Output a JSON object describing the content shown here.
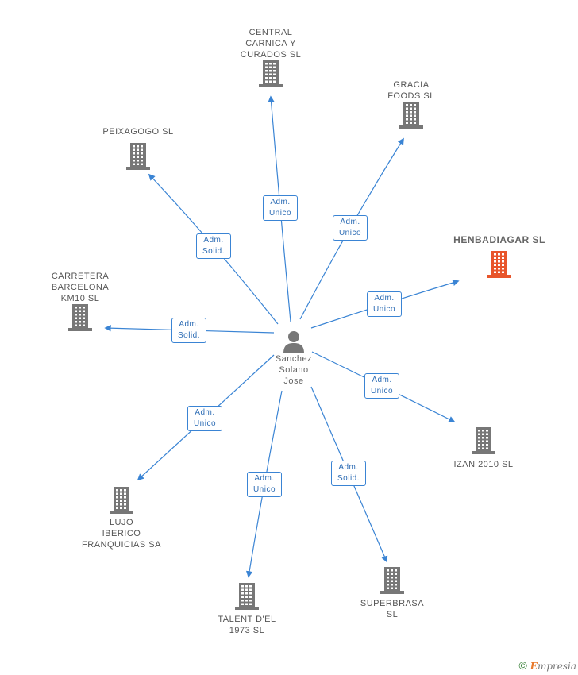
{
  "center": {
    "name": "Sanchez\nSolano\nJose"
  },
  "nodes": [
    {
      "id": "central",
      "name": "CENTRAL\nCARNICA Y\nCURADOS SL",
      "relation": "Adm.\nUnico",
      "highlight": false
    },
    {
      "id": "gracia",
      "name": "GRACIA\nFOODS SL",
      "relation": "Adm.\nUnico",
      "highlight": false
    },
    {
      "id": "peixagogo",
      "name": "PEIXAGOGO SL",
      "relation": "Adm.\nSolid.",
      "highlight": false
    },
    {
      "id": "henbadiagar",
      "name": "HENBADIAGAR SL",
      "relation": "Adm.\nUnico",
      "highlight": true
    },
    {
      "id": "carretera",
      "name": "CARRETERA\nBARCELONA\nKM10 SL",
      "relation": "Adm.\nSolid.",
      "highlight": false
    },
    {
      "id": "izan",
      "name": "IZAN 2010 SL",
      "relation": "Adm.\nUnico",
      "highlight": false
    },
    {
      "id": "lujo",
      "name": "LUJO\nIBERICO\nFRANQUICIAS SA",
      "relation": "Adm.\nUnico",
      "highlight": false
    },
    {
      "id": "talent",
      "name": "TALENT D'EL\n1973 SL",
      "relation": "Adm.\nUnico",
      "highlight": false
    },
    {
      "id": "superbrasa",
      "name": "SUPERBRASA\nSL",
      "relation": "Adm.\nSolid.",
      "highlight": false
    }
  ],
  "colors": {
    "edge": "#3a84d4",
    "building": "#777777",
    "highlight": "#e8552b",
    "person": "#777777"
  },
  "footer": {
    "copyright": "©",
    "brand_initial": "E",
    "brand_rest": "mpresia"
  }
}
